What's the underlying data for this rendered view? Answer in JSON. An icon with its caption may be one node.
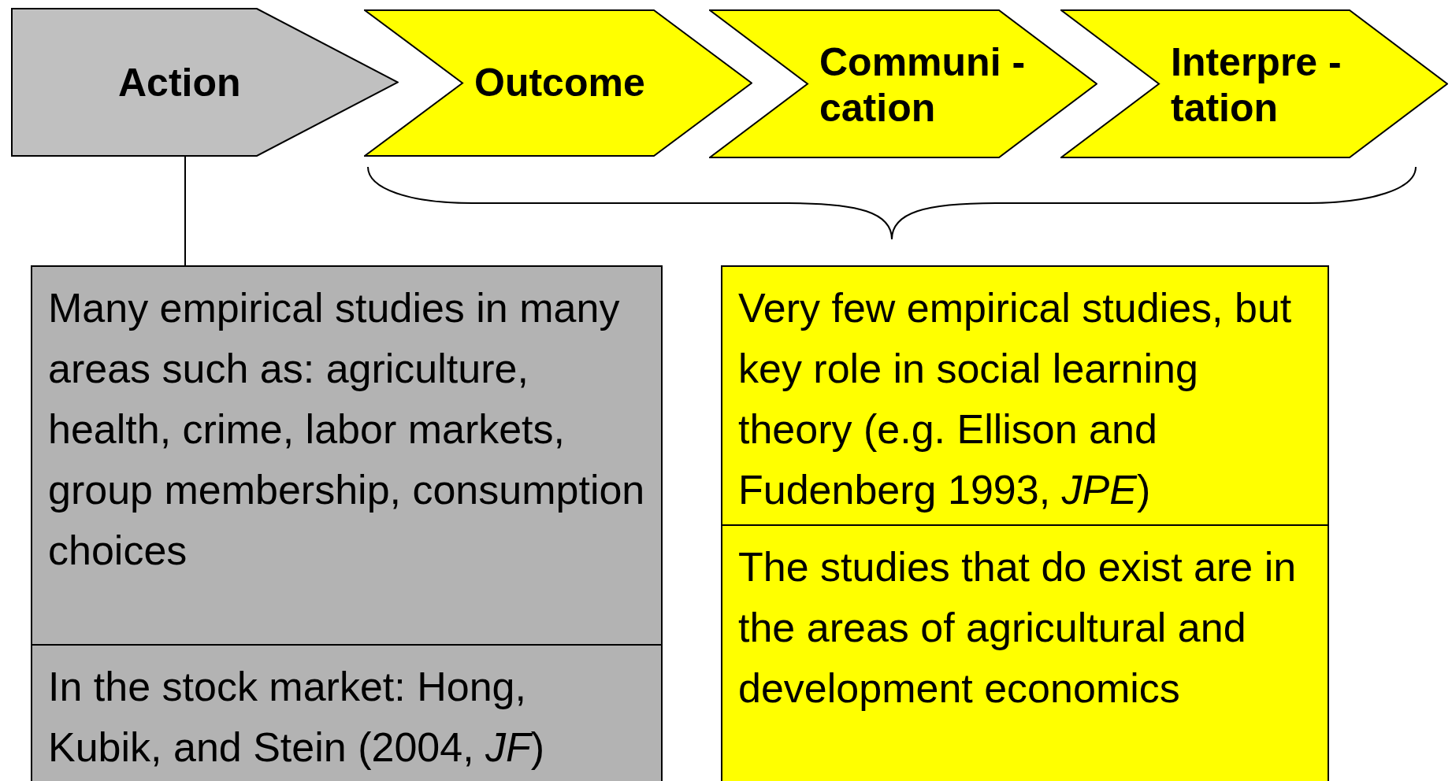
{
  "diagram": {
    "nodes": [
      {
        "text": [
          "Action"
        ]
      },
      {
        "text": [
          "Outcome"
        ]
      },
      {
        "text": [
          "Communi -cation"
        ]
      },
      {
        "text": [
          "Interpre -tation"
        ]
      },
      {
        "text": [
          "Many empirical studies in many areas such as: agriculture, health, crime, labor markets, group membership, consumption choices"
        ]
      },
      {
        "text": [
          "In the stock market: Hong, Kubik, and Stein (2004, *JF*)"
        ]
      },
      {
        "text": [
          "Very few empirical studies, but key role in social learning theory (e.g. Ellison and Fudenberg 1993, *JPE*)"
        ]
      },
      {
        "text": [
          "The studies that do exist are in the areas of agricultural and development economics"
        ]
      }
    ],
    "edges": [
      {
        "from": 0,
        "to": 4,
        "arrow": "none"
      }
    ]
  }
}
